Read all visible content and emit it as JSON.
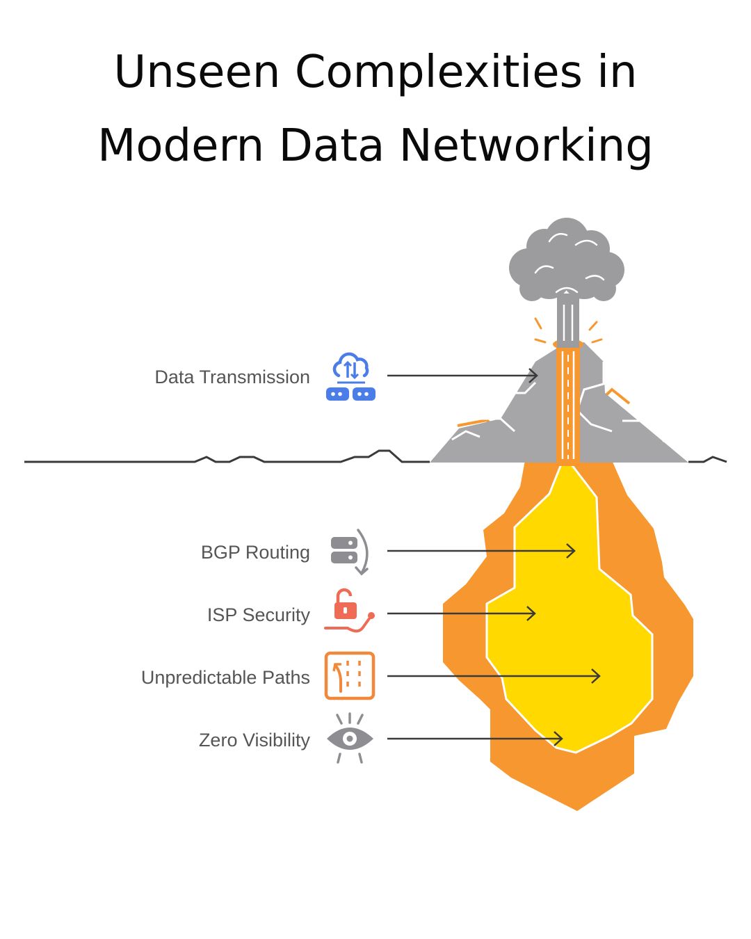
{
  "title": {
    "line1": "Unseen Complexities in",
    "line2": "Modern Data Networking"
  },
  "labels": {
    "surface": "Data Transmission",
    "hidden": [
      "BGP Routing",
      "ISP Security",
      "Unpredictable Paths",
      "Zero Visibility"
    ]
  },
  "icons": [
    "cloud-server-icon",
    "server-cycle-icon",
    "unlocked-padlock-icon",
    "road-paths-icon",
    "eye-icon"
  ],
  "colors": {
    "mountain": "#a6a5a8",
    "mountain_edge": "#8e8d90",
    "smoke": "#9c9b9e",
    "lava": "#f7972f",
    "magma": "#ffd900",
    "ground_line": "#3a3a3a",
    "arrow": "#3a3a3a",
    "icon_blue": "#4a7de8",
    "icon_grey": "#8e8d91",
    "icon_red": "#ef6b55",
    "icon_orange": "#f2893a"
  }
}
